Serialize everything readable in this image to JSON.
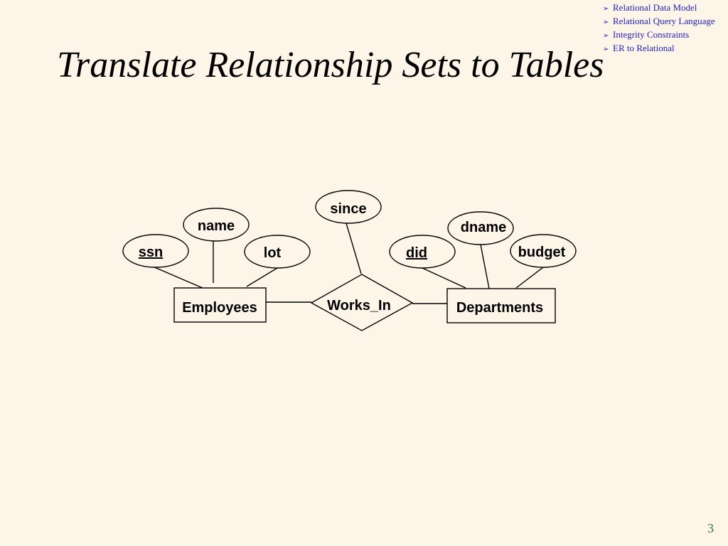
{
  "nav": {
    "bullet": "➢",
    "items": [
      "Relational Data Model",
      "Relational Query Language",
      "Integrity Constraints",
      "ER to Relational"
    ]
  },
  "title": "Translate Relationship Sets to Tables",
  "diagram": {
    "entities": {
      "employees": "Employees",
      "departments": "Departments"
    },
    "relationship": "Works_In",
    "attributes": {
      "ssn": "ssn",
      "name": "name",
      "lot": "lot",
      "since": "since",
      "did": "did",
      "dname": "dname",
      "budget": "budget"
    }
  },
  "slide_number": "3"
}
